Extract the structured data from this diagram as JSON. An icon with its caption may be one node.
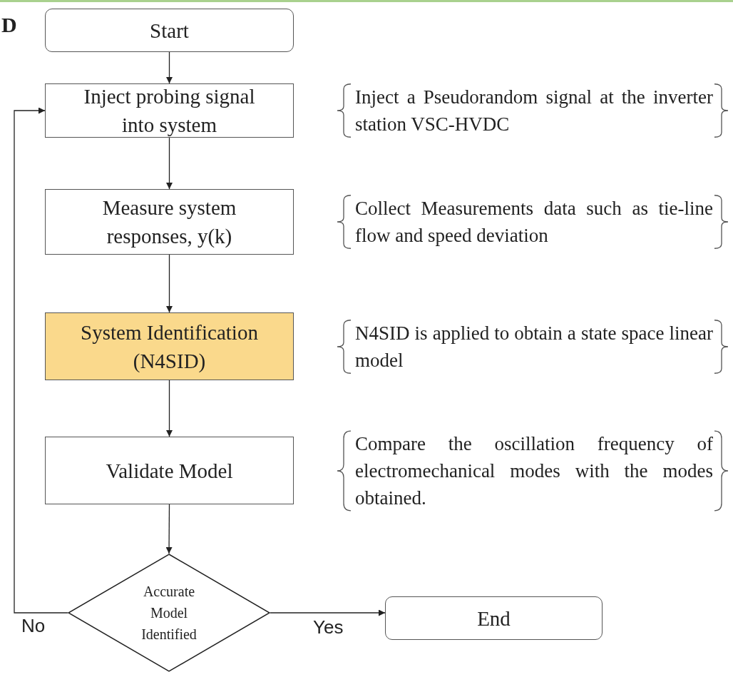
{
  "diagram": {
    "nodes": [
      {
        "text": [
          "Start"
        ]
      },
      {
        "text": [
          "Inject probing signal into system"
        ],
        "beside": [
          "Inject a Pseudorandom signal at the inverter station VSC-HVDC"
        ]
      },
      {
        "text": [
          "Measure system responses, y(k)"
        ],
        "beside": [
          "Collect Measurements data such as tie-line flow and speed deviation"
        ]
      },
      {
        "text": [
          "System Identification (N4SID)"
        ],
        "beside": [
          "N4SID is applied to obtain a state space linear model"
        ]
      },
      {
        "text": [
          "Validate Model"
        ],
        "beside": [
          "Compare the oscillation frequency of electromechanical modes with the modes obtained."
        ]
      },
      {
        "text": [
          "Accurate Model Identified"
        ]
      },
      {
        "text": [
          "End"
        ]
      }
    ],
    "edges": [
      {
        "from": 0,
        "to": 1,
        "arrow": "to"
      },
      {
        "from": 1,
        "to": 2,
        "arrow": "to"
      },
      {
        "from": 2,
        "to": 3,
        "arrow": "to"
      },
      {
        "from": 3,
        "to": 4,
        "arrow": "to"
      },
      {
        "from": 4,
        "to": 5,
        "arrow": "to"
      },
      {
        "from": 5,
        "to": 6,
        "arrow": "to",
        "label": "Yes"
      },
      {
        "from": 5,
        "to": 1,
        "arrow": "to",
        "label": "No"
      }
    ],
    "labels": [
      "D"
    ]
  }
}
